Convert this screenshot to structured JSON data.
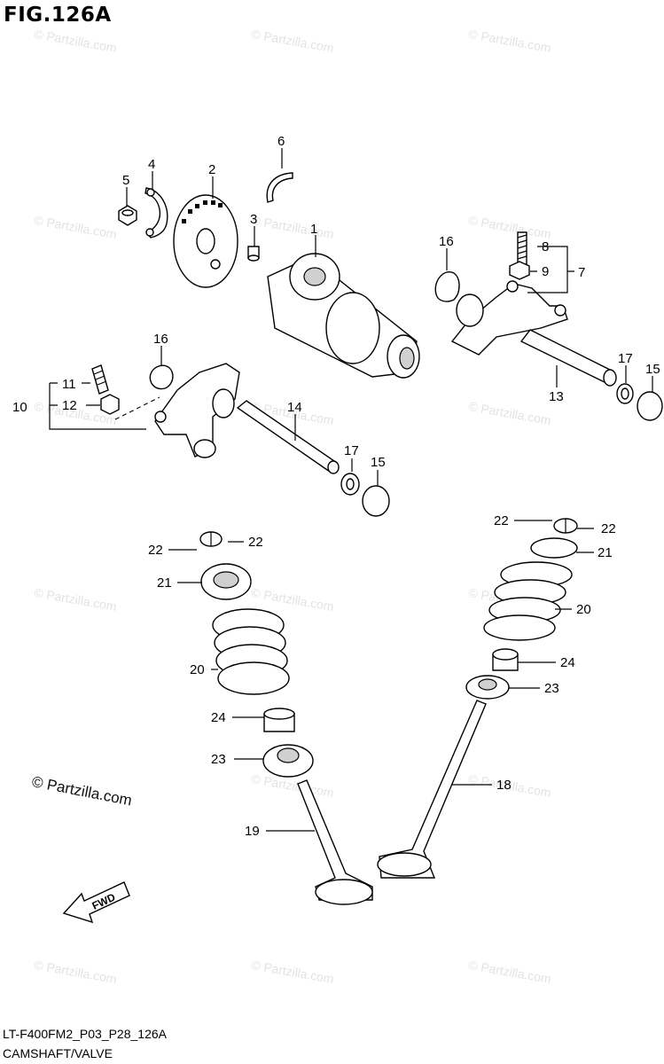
{
  "figure_title": "FIG.126A",
  "footer_code": "LT-F400FM2_P03_P28_126A",
  "footer_name": "CAMSHAFT/VALVE",
  "brand_mark": "© Partzilla.com",
  "watermark_text": "© Partzilla.com",
  "fwd_label": "FWD",
  "callouts": [
    "1",
    "2",
    "3",
    "4",
    "5",
    "6",
    "7",
    "8",
    "9",
    "10",
    "11",
    "12",
    "13",
    "14",
    "15",
    "15",
    "16",
    "16",
    "17",
    "17",
    "18",
    "19",
    "20",
    "20",
    "21",
    "21",
    "22",
    "22",
    "22",
    "22",
    "23",
    "23",
    "24",
    "24"
  ],
  "colors": {
    "line": "#000000",
    "shade": "#d0d0d0",
    "watermark": "#e3e3e3"
  }
}
